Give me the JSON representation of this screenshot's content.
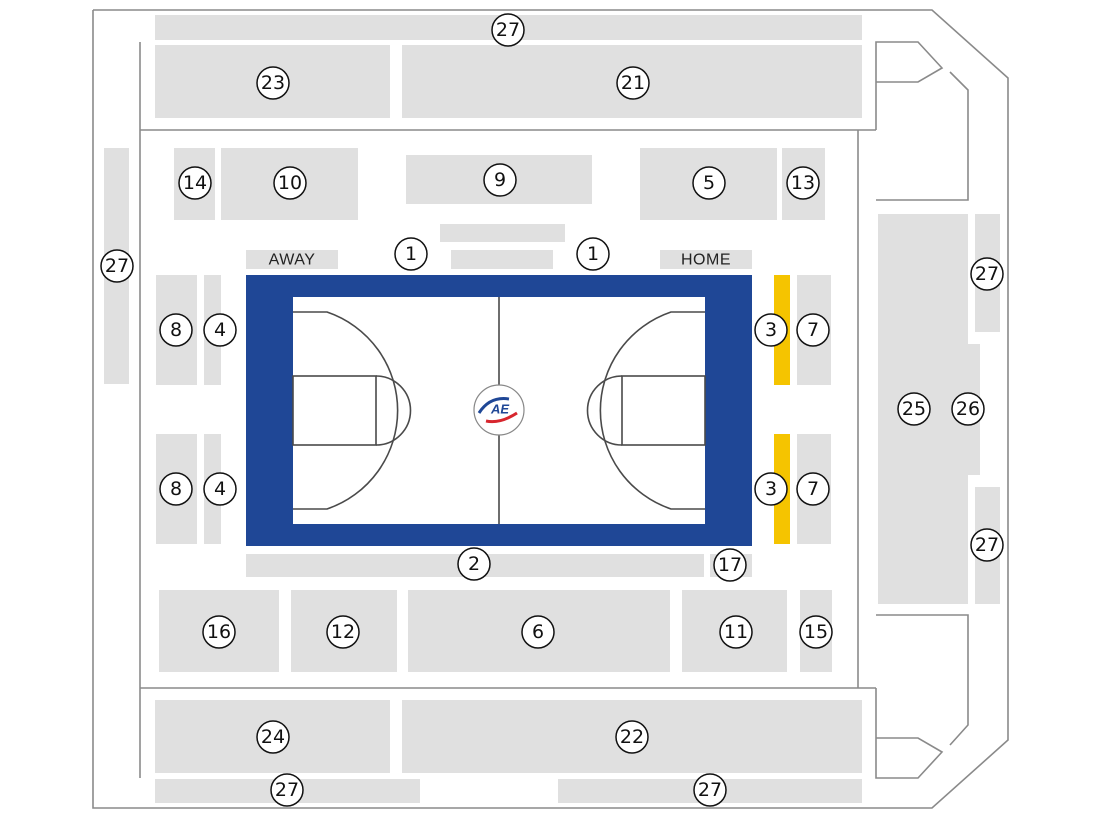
{
  "colors": {
    "section_fill": "#e0e0e0",
    "court_blue": "#1f4796",
    "court_floor": "#ffffff",
    "home_bench_yellow": "#f5c400",
    "outline": "#8a8a8a"
  },
  "bench_labels": {
    "away": "AWAY",
    "home": "HOME"
  },
  "center_logo": {
    "icon": "league-logo-icon",
    "text": "AE"
  },
  "section_labels": {
    "s1": "1",
    "s2": "2",
    "s3": "3",
    "s4": "4",
    "s5": "5",
    "s6": "6",
    "s7": "7",
    "s8": "8",
    "s9": "9",
    "s10": "10",
    "s11": "11",
    "s12": "12",
    "s13": "13",
    "s14": "14",
    "s15": "15",
    "s16": "16",
    "s17": "17",
    "s21": "21",
    "s22": "22",
    "s23": "23",
    "s24": "24",
    "s25": "25",
    "s26": "26",
    "s27": "27"
  }
}
